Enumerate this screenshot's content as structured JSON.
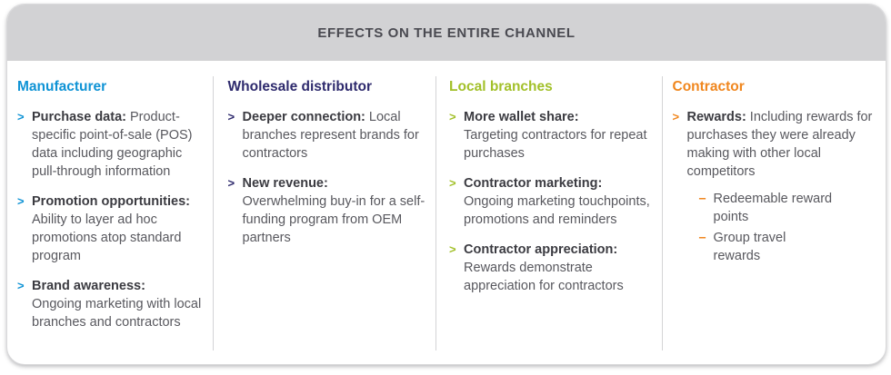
{
  "header": {
    "title": "EFFECTS ON THE ENTIRE CHANNEL"
  },
  "colors": {
    "manufacturer_accent": "#0f93d5",
    "wholesale_distributor_accent": "#2e2a6d",
    "local_branches_accent": "#a2c029",
    "contractor_accent": "#f0861d",
    "header_bg": "#d2d2d4",
    "header_text": "#4a4a51",
    "body_text": "#58585e",
    "label_text": "#3b3b41",
    "divider": "#d4d4d6"
  },
  "columns": [
    {
      "title": "Manufacturer",
      "items": [
        {
          "label": "Purchase data:",
          "text": "Product-specific point-of-sale (POS) data including geographic pull-through information"
        },
        {
          "label": "Promotion opportunities:",
          "text": "Ability to layer ad hoc promotions atop standard program"
        },
        {
          "label": "Brand awareness:",
          "text": "Ongoing marketing with local branches and contractors"
        }
      ]
    },
    {
      "title": "Wholesale distributor",
      "items": [
        {
          "label": "Deeper connection:",
          "text": "Local branches represent brands for contractors"
        },
        {
          "label": "New revenue:",
          "text": "Overwhelming buy-in for a self-funding program from OEM partners"
        }
      ]
    },
    {
      "title": "Local branches",
      "items": [
        {
          "label": "More wallet share:",
          "text": "Targeting contractors for repeat purchases"
        },
        {
          "label": "Contractor marketing:",
          "text": "Ongoing marketing touchpoints, promotions and reminders"
        },
        {
          "label": "Contractor appreciation:",
          "text": "Rewards demonstrate appreciation for contractors"
        }
      ]
    },
    {
      "title": "Contractor",
      "items": [
        {
          "label": "Rewards:",
          "text": "Including rewards for purchases they were already making with other local competitors",
          "subitems": [
            "Redeemable reward points",
            "Group travel rewards"
          ]
        }
      ]
    }
  ]
}
